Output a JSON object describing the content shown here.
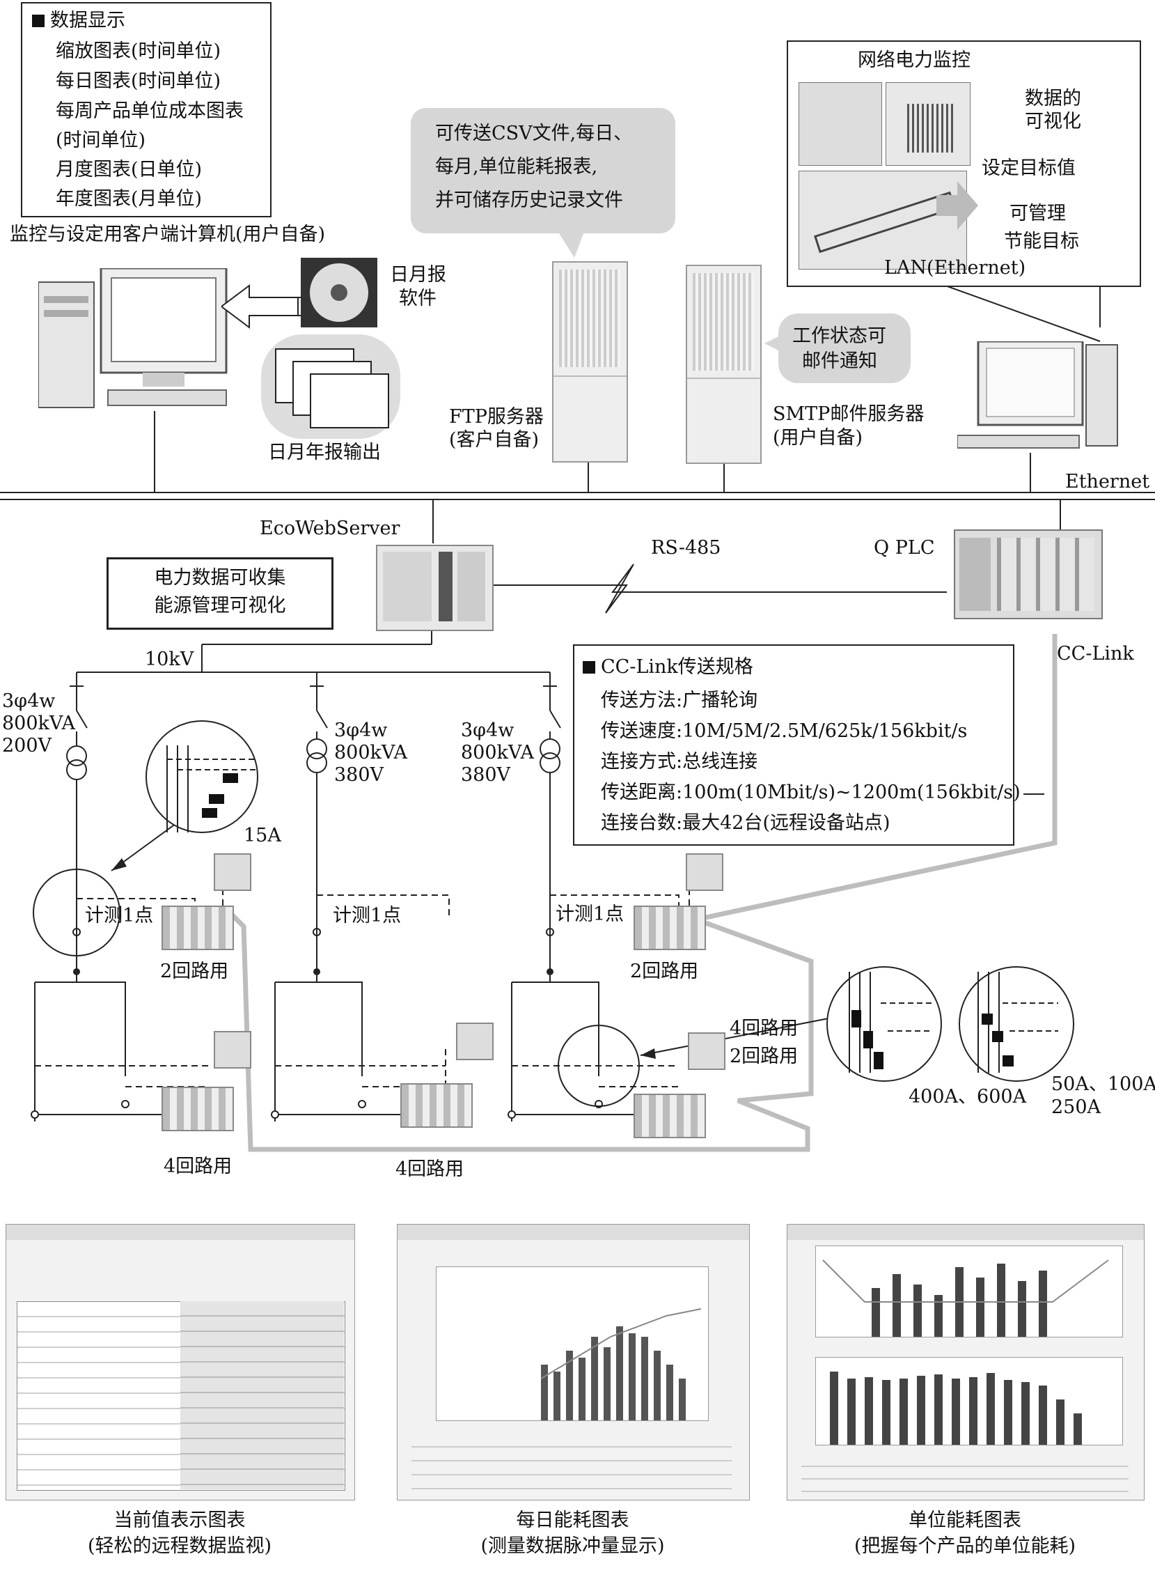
{
  "data_display": {
    "title": "数据显示",
    "items": [
      "缩放图表(时间单位)",
      "每日图表(时间单位)",
      "每周产品单位成本图表",
      "(时间单位)",
      "月度图表(日单位)",
      "年度图表(月单位)"
    ]
  },
  "client_pc_label": "监控与设定用客户端计算机(用户自备)",
  "software": {
    "line1": "日月报",
    "line2": "软件"
  },
  "report_output_label": "日月年报输出",
  "ftp_bubble": [
    "可传送CSV文件,每日、",
    "每月,单位能耗报表,",
    "并可储存历史记录文件"
  ],
  "ftp_server": {
    "line1": "FTP服务器",
    "line2": "(客户自备)"
  },
  "smtp_bubble": [
    "工作状态可",
    "邮件通知"
  ],
  "smtp_server": {
    "line1": "SMTP邮件服务器",
    "line2": "(用户自备)"
  },
  "network_monitor": {
    "title": "网络电力监控",
    "visualize": [
      "数据的",
      "可视化"
    ],
    "set_target": "设定目标值",
    "manage": [
      "可管理",
      "节能目标"
    ],
    "lan": "LAN(Ethernet)"
  },
  "ethernet_label": "Ethernet",
  "ecowebserver_label": "EcoWebServer",
  "power_box": [
    "电力数据可收集",
    "能源管理可视化"
  ],
  "rs485_label": "RS-485",
  "qplc_label": "Q   PLC",
  "cclink_label": "CC-Link",
  "voltage_10kv": "10kV",
  "cc_spec": {
    "title": "CC-Link传送规格",
    "rows": [
      "传送方法:广播轮询",
      "传送速度:10M/5M/2.5M/625k/156kbit/s",
      "连接方式:总线连接",
      "传送距离:100m(10Mbit/s)~1200m(156kbit/s)",
      "连接台数:最大42台(远程设备站点)"
    ]
  },
  "transformers": [
    {
      "phase": "3φ4w",
      "kva": "800kVA",
      "volt": "200V"
    },
    {
      "phase": "3φ4w",
      "kva": "800kVA",
      "volt": "380V"
    },
    {
      "phase": "3φ4w",
      "kva": "800kVA",
      "volt": "380V"
    }
  ],
  "labels": {
    "a15": "15A",
    "measure1": "计测1点",
    "measure2": "计测1点",
    "measure3": "计测1点",
    "circ2a": "2回路用",
    "circ2b": "2回路用",
    "circ4a": "4回路用",
    "circ4b": "4回路用",
    "circ4c": "4回路用",
    "circ2c": "2回路用",
    "a400": "400A、600A",
    "a50": "50A、100A、",
    "a250": "250A"
  },
  "screens": [
    {
      "caption1": "当前值表示图表",
      "caption2": "(轻松的远程数据监视)"
    },
    {
      "caption1": "每日能耗图表",
      "caption2": "(测量数据脉冲量显示)"
    },
    {
      "caption1": "单位能耗图表",
      "caption2": "(把握每个产品的单位能耗)"
    }
  ],
  "colors": {
    "bubble": "#d6d6d6",
    "line": "#222222",
    "cable": "#bdbdbd"
  }
}
